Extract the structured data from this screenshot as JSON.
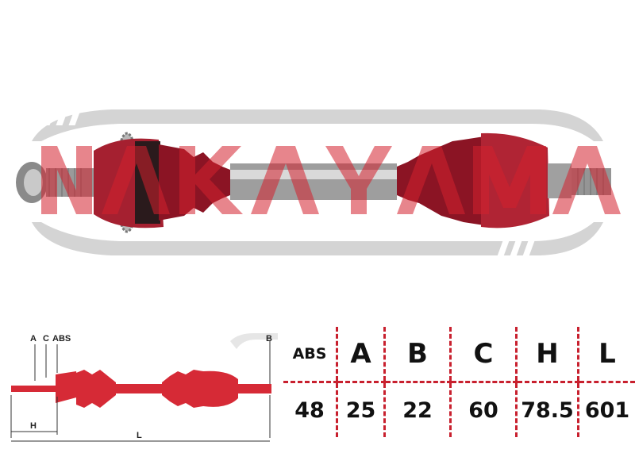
{
  "brand": {
    "logo_text": "NAKAYAMA"
  },
  "colors": {
    "shaft_red": "#c8202e",
    "watermark": "#d0d0d0",
    "dash": "#c8202e"
  },
  "diagram_labels": {
    "a": "A",
    "c": "C",
    "abs": "ABS",
    "b": "B",
    "h": "H",
    "l": "L"
  },
  "spec_table": {
    "headers": [
      "ABS",
      "A",
      "B",
      "C",
      "H",
      "L"
    ],
    "values": [
      "48",
      "25",
      "22",
      "60",
      "78.5",
      "601"
    ]
  }
}
